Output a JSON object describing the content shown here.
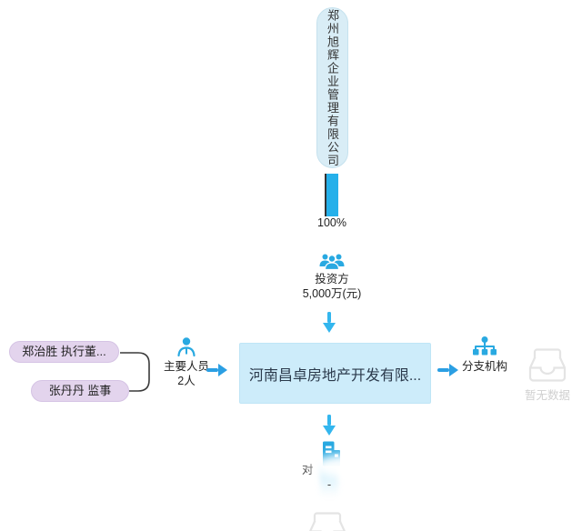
{
  "colors": {
    "accent_blue": "#29a9e1",
    "arrow_h": "#2b9fe3",
    "arrow_v": "#33b6ee",
    "bar_blue": "#25b0ea",
    "bar_edge": "#333333",
    "node_fill": "#cdecfa",
    "node_border": "#bfe5f6",
    "node_text": "#2b3a4c",
    "top_pill_fill": "#d9edf6",
    "top_pill_border": "#c6e2ee",
    "purple_fill": "#e3d4ed",
    "purple_border": "#d5c3e4",
    "line_dark": "#3a3a3a",
    "empty_icon": "#e4e4e4",
    "empty_text": "#d0d0d0",
    "text_dark": "#222222"
  },
  "parent_company": {
    "name": "郑州旭辉企业管理有限公司",
    "share": "100%"
  },
  "investment": {
    "label": "投资方",
    "amount": "5,000万(元)"
  },
  "company": {
    "name": "河南昌卓房地产开发有限..."
  },
  "key_personnel": {
    "label": "主要人员",
    "count": "2人",
    "members": [
      {
        "name_role": "郑治胜 执行董..."
      },
      {
        "name_role": "张丹丹 监事"
      }
    ]
  },
  "branches": {
    "label": "分支机构",
    "empty_text": "暂无数据"
  },
  "investments_out": {
    "visible_fragment": "对",
    "placeholder": "-"
  }
}
